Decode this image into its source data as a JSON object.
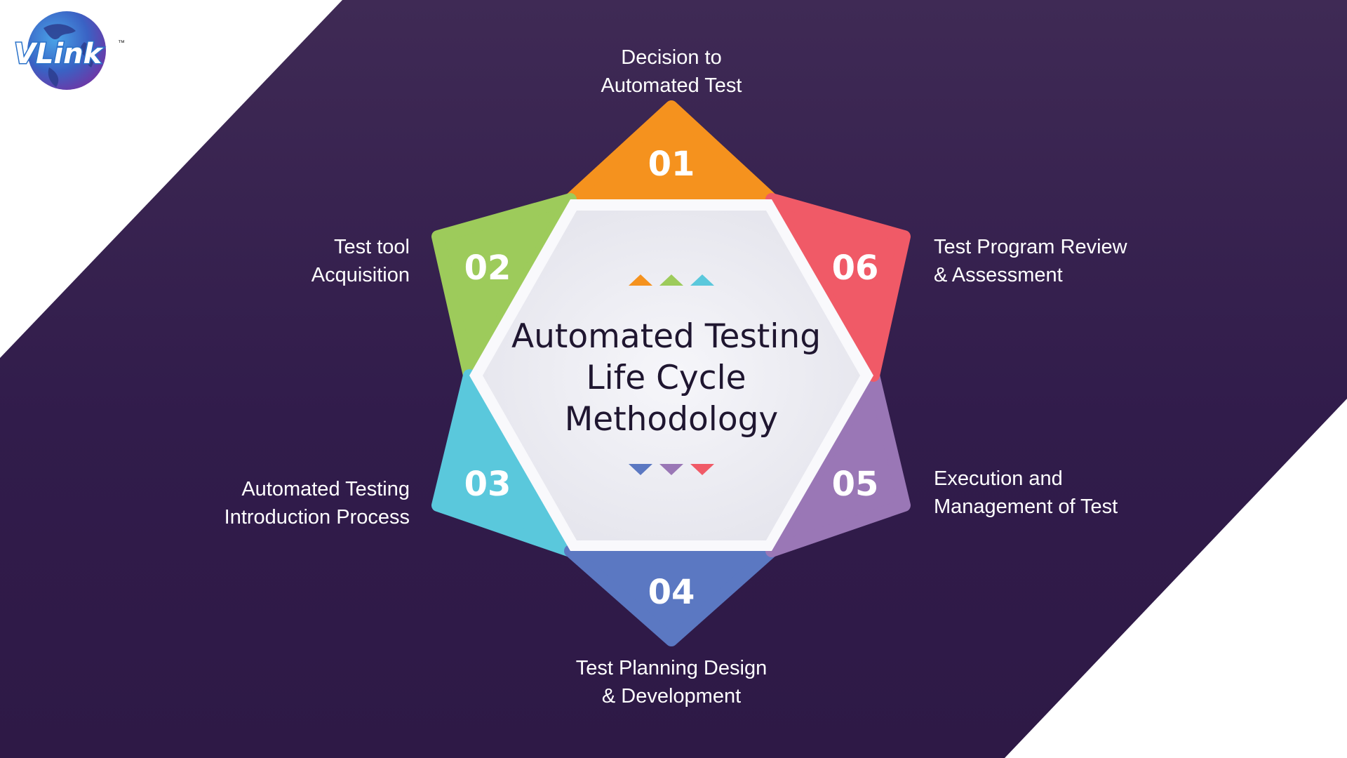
{
  "logo": {
    "text": "VLink",
    "tm": "™"
  },
  "center": {
    "title_lines": [
      "Automated Testing",
      "Life Cycle",
      "Methodology"
    ]
  },
  "colors": {
    "background": "#311c4b",
    "background_top": "#3f2a55",
    "step1": "#f5921e",
    "step2": "#9dcb5b",
    "step3": "#5ac8dc",
    "step4": "#5b78c2",
    "step5": "#9a77b6",
    "step6": "#f05a67",
    "hexagon": "#ececf2"
  },
  "steps": [
    {
      "num": "01",
      "label": "Decision to\nAutomated Test",
      "color": "#f5921e"
    },
    {
      "num": "02",
      "label": "Test tool\nAcquisition",
      "color": "#9dcb5b"
    },
    {
      "num": "03",
      "label": "Automated Testing\nIntroduction Process",
      "color": "#5ac8dc"
    },
    {
      "num": "04",
      "label": "Test Planning Design\n& Development",
      "color": "#5b78c2"
    },
    {
      "num": "05",
      "label": "Execution and\nManagement of Test",
      "color": "#9a77b6"
    },
    {
      "num": "06",
      "label": "Test Program Review\n& Assessment",
      "color": "#f05a67"
    }
  ]
}
